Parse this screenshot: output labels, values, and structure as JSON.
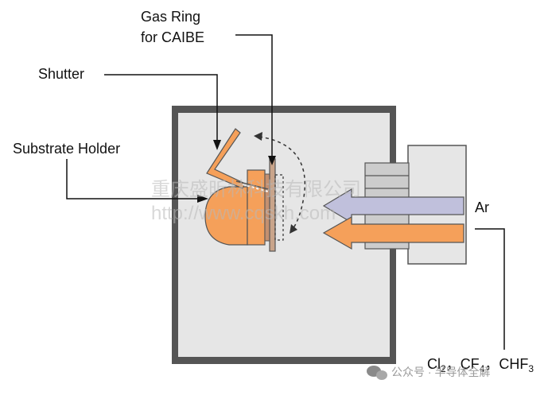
{
  "labels": {
    "gas_ring_line1": "Gas Ring",
    "gas_ring_line2": "for CAIBE",
    "shutter": "Shutter",
    "substrate_holder": "Substrate Holder",
    "ar": "Ar",
    "gases": {
      "cl": "Cl",
      "cl_sub": "2",
      "sep1": "，",
      "cf": "CF",
      "cf_sub": "4",
      "sep2": "，",
      "chf": "CHF",
      "chf_sub": "3"
    }
  },
  "watermark": {
    "line1": "重庆盛昕林科技有限公司",
    "line2": "http://www.cqskh.com",
    "account": "公众号 · 半导体全解"
  },
  "colors": {
    "chamber_border": "#555555",
    "chamber_fill": "#e6e6e6",
    "holder_orange": "#f5a05a",
    "ar_arrow": "#c0c0dc",
    "reactive_arrow": "#f5a05a",
    "outline": "#333333"
  },
  "icons": {
    "wechat": "wechat-icon"
  }
}
